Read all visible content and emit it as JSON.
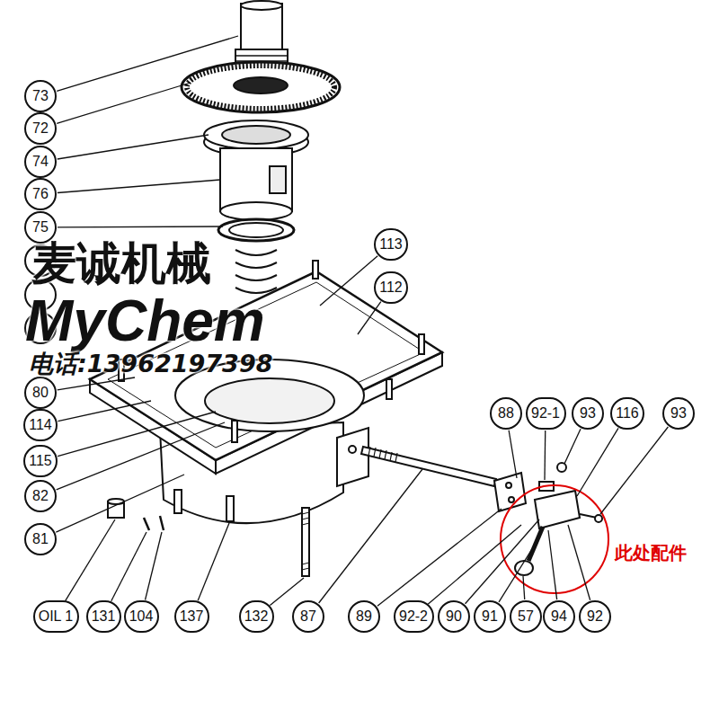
{
  "diagram": {
    "nodes": [
      {
        "text": [
          "73"
        ]
      },
      {
        "text": [
          "72"
        ]
      },
      {
        "text": [
          "74"
        ]
      },
      {
        "text": [
          "76"
        ]
      },
      {
        "text": [
          "75"
        ]
      },
      {
        "text": [
          "113"
        ]
      },
      {
        "text": [
          "112"
        ]
      },
      {
        "text": [
          "80"
        ]
      },
      {
        "text": [
          "88"
        ]
      },
      {
        "text": [
          "92-1"
        ]
      },
      {
        "text": [
          "93"
        ]
      },
      {
        "text": [
          "116"
        ]
      },
      {
        "text": [
          "93"
        ]
      },
      {
        "text": [
          "114"
        ]
      },
      {
        "text": [
          "115"
        ]
      },
      {
        "text": [
          "82"
        ]
      },
      {
        "text": [
          "81"
        ]
      },
      {
        "text": [
          "OIL 1"
        ]
      },
      {
        "text": [
          "131"
        ]
      },
      {
        "text": [
          "104"
        ]
      },
      {
        "text": [
          "137"
        ]
      },
      {
        "text": [
          "132"
        ]
      },
      {
        "text": [
          "87"
        ]
      },
      {
        "text": [
          "89"
        ]
      },
      {
        "text": [
          "92-2"
        ]
      },
      {
        "text": [
          "90"
        ]
      },
      {
        "text": [
          "91"
        ]
      },
      {
        "text": [
          "57"
        ]
      },
      {
        "text": [
          "94"
        ]
      },
      {
        "text": [
          "92"
        ]
      }
    ],
    "labels": [
      "麦诚机械",
      "MyChem",
      "电话:13962197398",
      "此处配件"
    ]
  }
}
